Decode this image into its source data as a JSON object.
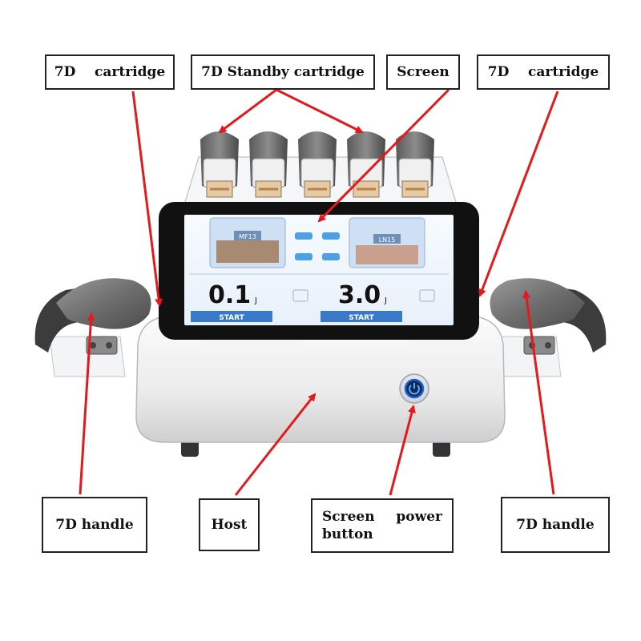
{
  "labels": {
    "cartridge_left": "7D    cartridge",
    "standby_cartridge": "7D Standby cartridge",
    "screen": "Screen",
    "cartridge_right": "7D    cartridge",
    "handle_left": "7D handle",
    "host": "Host",
    "power_word1": "Screen",
    "power_word2": "power",
    "power_word3": "button",
    "handle_right": "7D handle"
  },
  "screen_ui": {
    "left_value": "0.1",
    "left_unit": "J",
    "right_value": "3.0",
    "right_unit": "J",
    "left_start": "START",
    "right_start": "START",
    "left_cartridge_tag": "MF13",
    "right_cartridge_tag": "LN15"
  },
  "colors": {
    "arrow": "#e3191c",
    "screen_accent": "#3a78c9",
    "power_ring": "#1b5fd6"
  }
}
